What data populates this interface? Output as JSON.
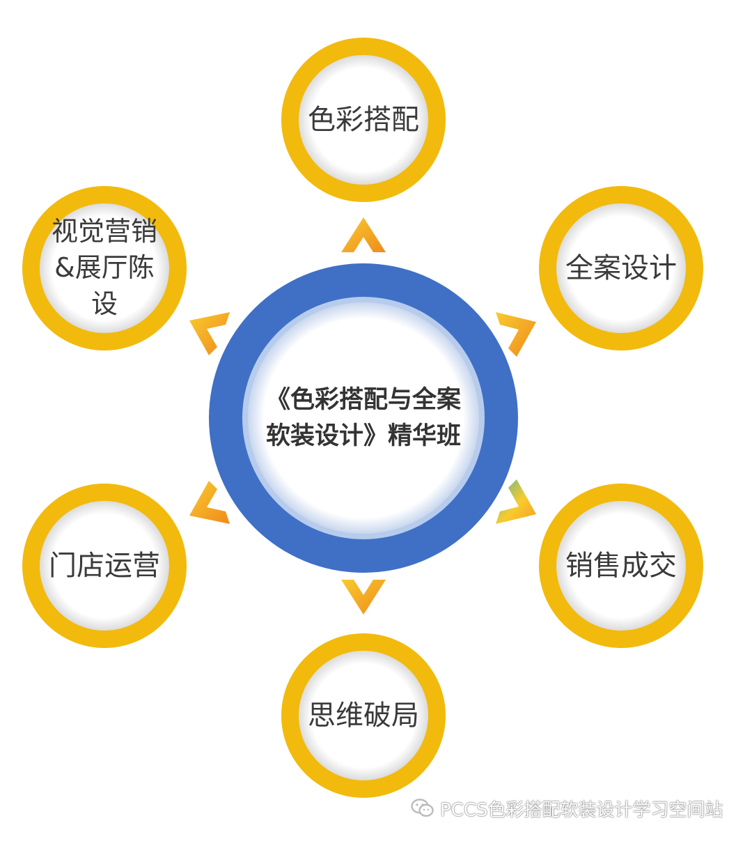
{
  "center": {
    "title": "《色彩搭配与全案\n软装设计》精华班"
  },
  "nodes": [
    {
      "id": "color-matching",
      "label": "色彩搭配"
    },
    {
      "id": "full-case-design",
      "label": "全案设计"
    },
    {
      "id": "sales-deal",
      "label": "销售成交"
    },
    {
      "id": "thinking-breakthrough",
      "label": "思维破局"
    },
    {
      "id": "store-operation",
      "label": "门店运营"
    },
    {
      "id": "visual-marketing",
      "label": "视觉营销\n&展厅陈\n设"
    }
  ],
  "watermark": {
    "text": "PCCS色彩搭配软装设计学习空间站",
    "icon": "wechat-icon"
  },
  "colors": {
    "ring_gold": "#F2BA0C",
    "ring_inner_shadow": "#E8E8E8",
    "center_ring_blue": "#3F70C6",
    "center_inner_light": "#B7CCEC",
    "arrow_orange": "#F3A01E",
    "arrow_yellow": "#F8CB2E",
    "arrow_teal": "#56B59B"
  }
}
